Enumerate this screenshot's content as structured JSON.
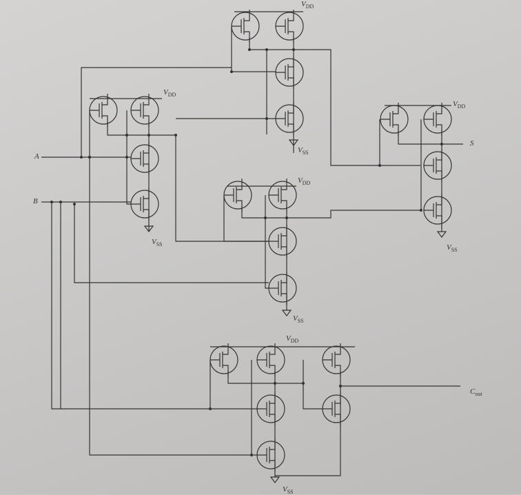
{
  "inputs": {
    "a": "A",
    "b": "B"
  },
  "outputs": {
    "sum": "S",
    "carry": "C",
    "carry_sub": "out"
  },
  "supplies": {
    "vdd": "V",
    "vdd_sub": "DD",
    "vss": "V",
    "vss_sub": "SS"
  },
  "colors": {
    "ink": "#333333",
    "paper": "#cfcecd"
  }
}
